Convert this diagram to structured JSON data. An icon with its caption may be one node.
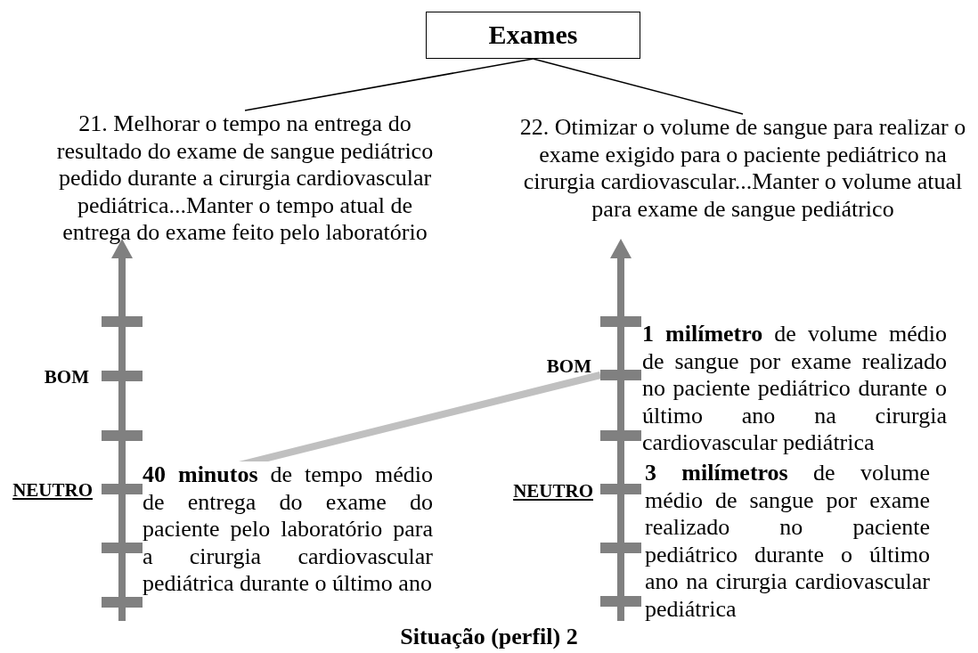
{
  "diagram": {
    "caption": "Situação (perfil) 2",
    "nodes": [
      {
        "text": [
          "Exames"
        ]
      },
      {
        "text": [
          "21. Melhorar o tempo na entrega do resultado do exame de sangue pediátrico pedido durante a cirurgia cardiovascular pediátrica...Manter o tempo atual de entrega do exame feito pelo laboratório"
        ]
      },
      {
        "text": [
          "22. Otimizar o volume de sangue para realizar o exame exigido para o paciente pediátrico na cirurgia cardiovascular...Manter o volume atual para exame de sangue pediátrico"
        ]
      },
      {
        "text": [],
        "shape": "bar"
      },
      {
        "text": [],
        "shape": "bar"
      }
    ],
    "edges": [
      {
        "from": 0,
        "to": 1,
        "arrow": "none"
      },
      {
        "from": 0,
        "to": 2,
        "arrow": "none"
      },
      {
        "from": 3,
        "to": 4,
        "arrow": "none",
        "style": "thick",
        "color": "#c0c0c0"
      }
    ],
    "labels": [
      "BOM",
      "NEUTRO",
      "**40 minutos** de tempo médio de entrega do exame do paciente pelo laboratório para a cirurgia cardiovascular pediátrica durante o último ano",
      "BOM",
      "**1 milímetro** de volume médio de sangue por exame realizado no paciente pediátrico durante o último ano na cirurgia cardiovascular pediátrica",
      "NEUTRO",
      "**3 milímetros** de volume médio de sangue por exame realizado no paciente pediátrico durante o último ano na cirurgia cardiovascular pediátrica"
    ]
  }
}
